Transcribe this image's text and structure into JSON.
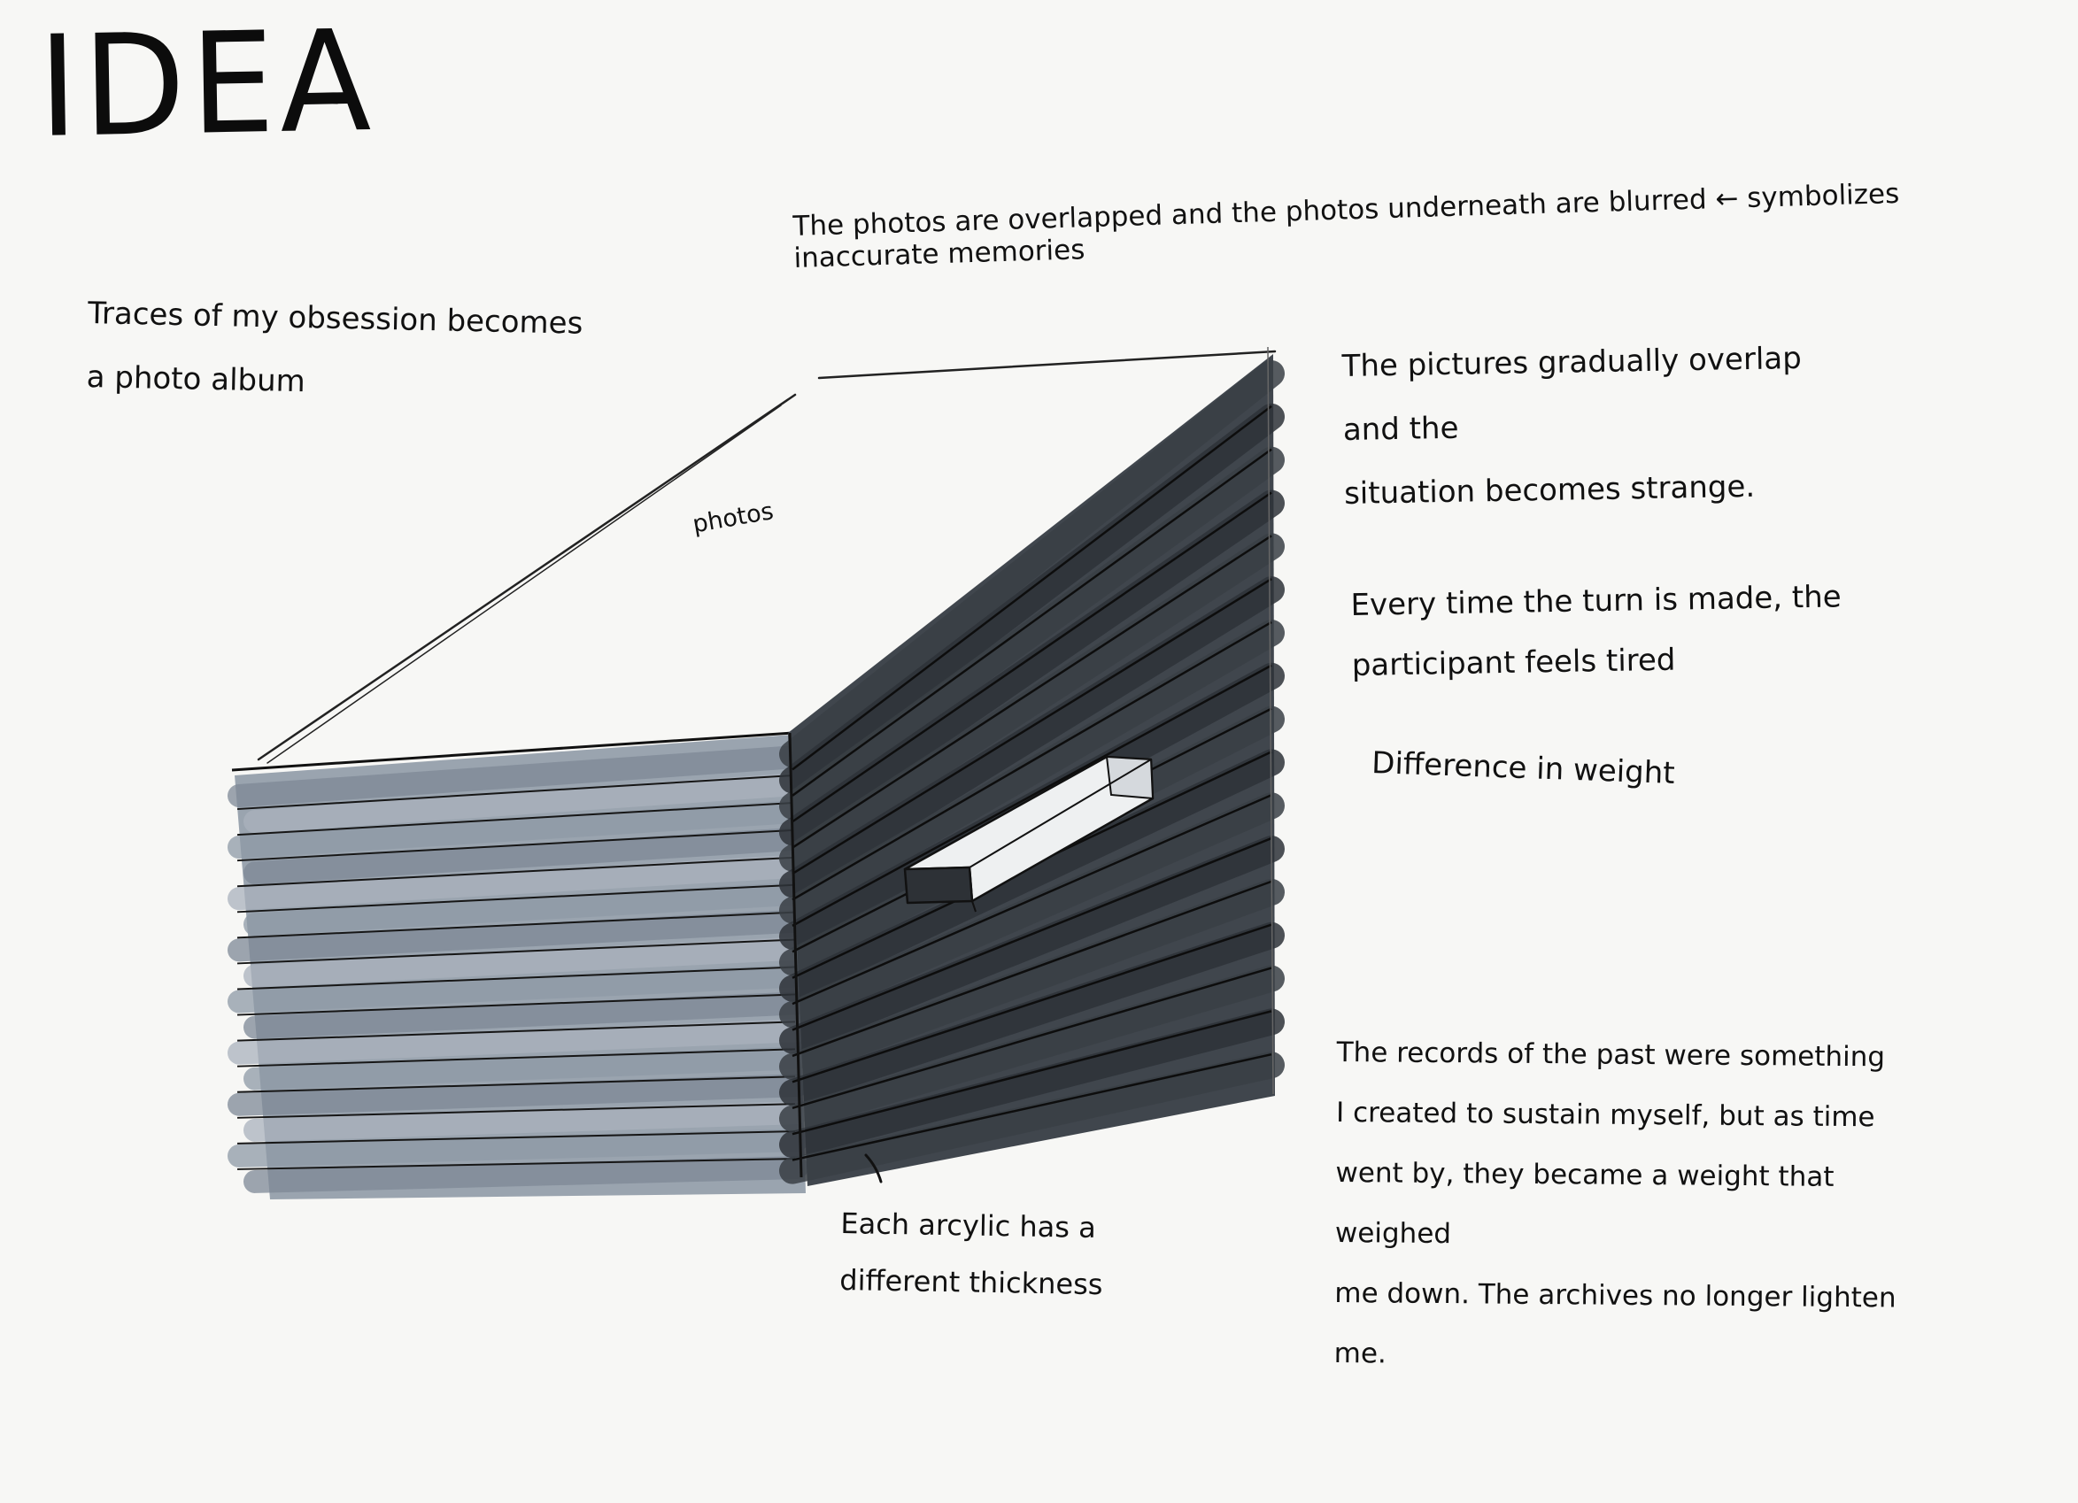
{
  "title": "IDEA",
  "notes": {
    "blurred": "The photos are overlapped and the photos underneath are blurred ← symbolizes inaccurate memories",
    "traces": "Traces of my obsession becomes\na photo album",
    "overlap": "The pictures gradually overlap and the\nsituation becomes strange.",
    "tired": "Every time the turn is made, the\nparticipant feels tired",
    "weight": "Difference in weight",
    "records": "The records of the past were something\nI created to sustain myself, but as time\nwent by, they became a weight that weighed\nme down. The archives no longer lighten me.",
    "acrylic": "Each arcylic has a\ndifferent thickness"
  },
  "sketch": {
    "photos_label": "photos",
    "front_layers": 16,
    "side_layers": 17
  },
  "colors": {
    "paper": "#f7f7f5",
    "ink": "#111111",
    "light_marker": "#8e99a6",
    "dark_marker": "#3a3f45"
  }
}
